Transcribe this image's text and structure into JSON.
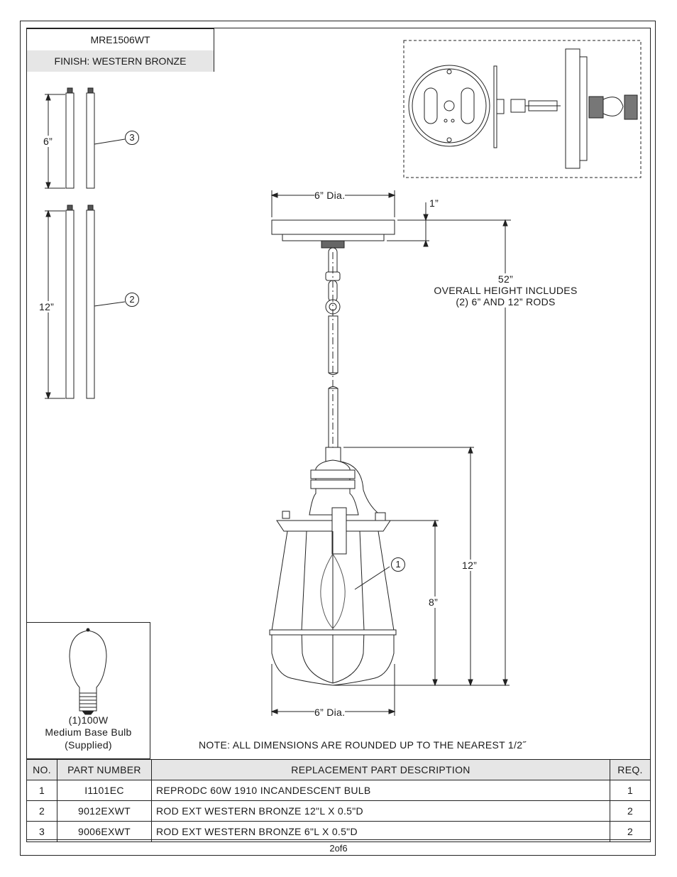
{
  "header": {
    "model": "MRE1506WT",
    "finish": "FINISH: WESTERN BRONZE"
  },
  "dimensions": {
    "canopy_dia": "6” Dia.",
    "canopy_height": "1”",
    "overall_height_value": "52”",
    "overall_height_line1": "OVERALL HEIGHT INCLUDES",
    "overall_height_line2": "(2) 6” AND 12” RODS",
    "fixture_height": "12”",
    "cage_height": "8”",
    "fixture_dia": "6” Dia.",
    "rod_short": "6”",
    "rod_long": "12”"
  },
  "callouts": {
    "bulb": "1",
    "rod_long": "2",
    "rod_short": "3"
  },
  "bulb": {
    "line1": "(1)100W",
    "line2": "Medium Base Bulb",
    "line3": "(Supplied)"
  },
  "note": "NOTE:  ALL DIMENSIONS ARE ROUNDED UP TO THE NEAREST  1/2˝",
  "parts_table": {
    "headers": {
      "no": "NO.",
      "part_number": "PART NUMBER",
      "description": "REPLACEMENT PART DESCRIPTION",
      "req": "REQ."
    },
    "rows": [
      {
        "no": "1",
        "part_number": "I1101EC",
        "description": "REPRODC 60W 1910 INCANDESCENT BULB",
        "req": "1"
      },
      {
        "no": "2",
        "part_number": "9012EXWT",
        "description": "ROD EXT WESTERN BRONZE 12\"L X 0.5\"D",
        "req": "2"
      },
      {
        "no": "3",
        "part_number": "9006EXWT",
        "description": "ROD EXT WESTERN BRONZE 6\"L X 0.5\"D",
        "req": "2"
      }
    ]
  },
  "page": "2of6"
}
